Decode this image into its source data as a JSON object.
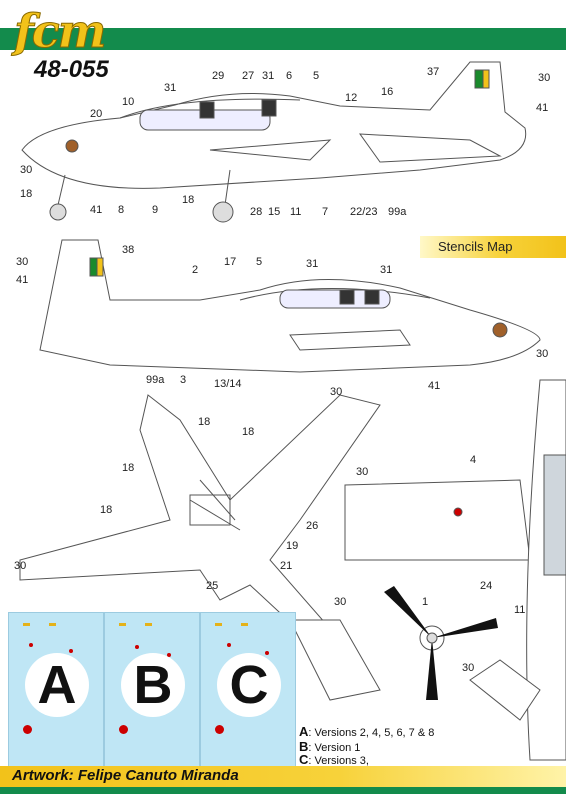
{
  "brand": {
    "logo": "fcm",
    "code": "48-055"
  },
  "stencil_title": "Stencils Map",
  "callouts_top": [
    "31",
    "29",
    "27",
    "31",
    "6",
    "5",
    "10",
    "20",
    "12",
    "16",
    "37",
    "30",
    "41",
    "30",
    "18",
    "41",
    "8",
    "9",
    "18",
    "28",
    "15",
    "11",
    "7",
    "22/23",
    "99a"
  ],
  "callouts_mid": [
    "38",
    "30",
    "41",
    "2",
    "17",
    "5",
    "31",
    "31",
    "99a",
    "3",
    "13/14",
    "41",
    "30"
  ],
  "callouts_bottom": [
    "30",
    "18",
    "18",
    "18",
    "18",
    "26",
    "19",
    "21",
    "25",
    "30",
    "30",
    "4",
    "24",
    "11",
    "30",
    "1",
    "30"
  ],
  "sheets": [
    {
      "letter": "A"
    },
    {
      "letter": "B"
    },
    {
      "letter": "C"
    }
  ],
  "legend": [
    {
      "key": "A",
      "text": ": Versions 2, 4, 5, 6, 7 & 8"
    },
    {
      "key": "B",
      "text": ": Version  1"
    },
    {
      "key": "C",
      "text": ": Versions 3,"
    }
  ],
  "footer": "Artwork: Felipe Canuto Miranda",
  "colors": {
    "green": "#138b4c",
    "yellow": "#f2c21a",
    "sheet_blue": "#bfe6f5"
  }
}
